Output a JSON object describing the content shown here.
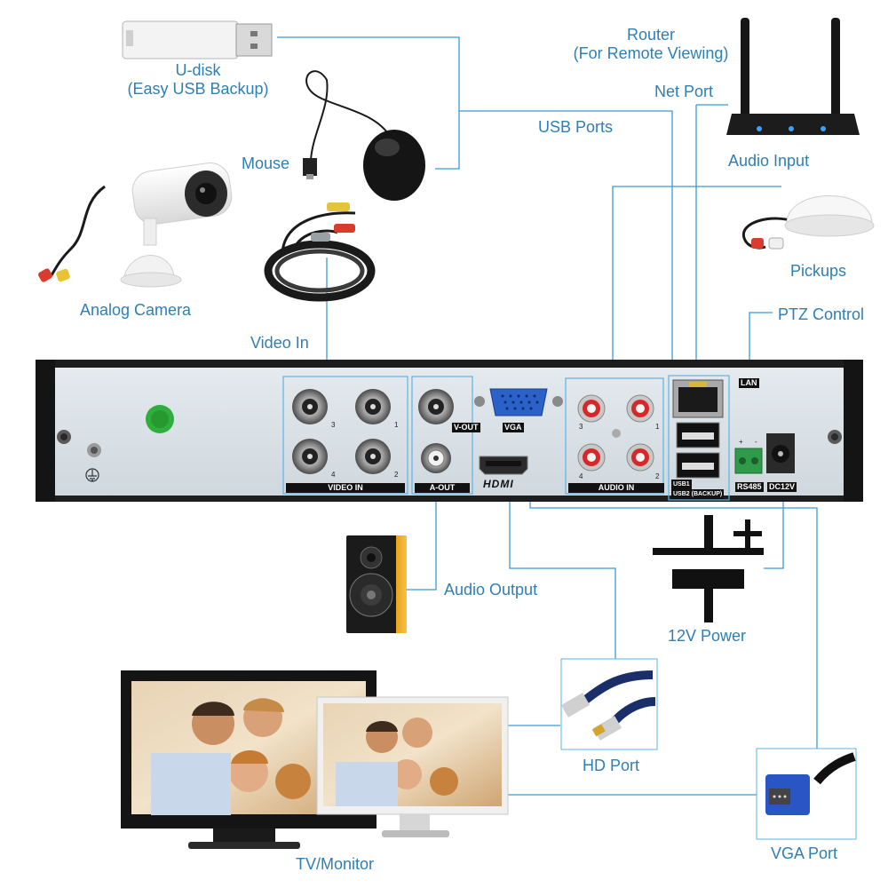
{
  "labels": {
    "udisk_line1": "U-disk",
    "udisk_line2": "(Easy USB Backup)",
    "mouse": "Mouse",
    "analog_camera": "Analog Camera",
    "video_in": "Video In",
    "usb_ports": "USB Ports",
    "router_line1": "Router",
    "router_line2": "(For Remote Viewing)",
    "net_port": "Net Port",
    "audio_input": "Audio Input",
    "pickups": "Pickups",
    "ptz_control": "PTZ Control",
    "audio_output": "Audio Output",
    "power_12v": "12V Power",
    "hd_port": "HD Port",
    "vga_port": "VGA Port",
    "tv_monitor": "TV/Monitor"
  },
  "panel": {
    "video_in": "VIDEO IN",
    "a_out": "A-OUT",
    "v_out": "V-OUT",
    "vga": "VGA",
    "hdmi": "HDMI",
    "audio_in": "AUDIO IN",
    "lan": "LAN",
    "usb1": "USB1",
    "usb2": "USB2 (BACKUP)",
    "rs485": "RS485",
    "dc12v": "DC12V",
    "plus": "+",
    "minus": "-",
    "video_numbers": [
      "3",
      "1",
      "4",
      "2"
    ],
    "audio_numbers": [
      "3",
      "1",
      "4",
      "2"
    ]
  },
  "colors": {
    "label": "#2e7fb5",
    "line": "#3b9ad1",
    "panel": "#dbe3e8",
    "chassis": "#1d1d1d"
  },
  "icons": [
    "usb-drive-icon",
    "mouse-icon",
    "camera-icon",
    "bnc-cable-icon",
    "router-icon",
    "microphone-icon",
    "speaker-icon",
    "hdmi-cable-icon",
    "vga-cable-icon",
    "monitor-icon",
    "ground-icon",
    "battery-symbol-icon"
  ]
}
